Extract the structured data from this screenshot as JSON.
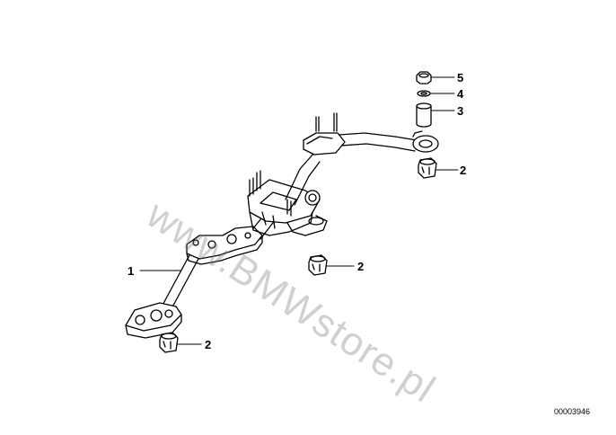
{
  "callouts": {
    "c1": "1",
    "c2a": "2",
    "c2b": "2",
    "c2c": "2",
    "c3": "3",
    "c4": "4",
    "c5": "5"
  },
  "watermark": "www.BMWstore.pl",
  "doc_number": "00003946",
  "colors": {
    "line": "#000000",
    "background": "#ffffff",
    "watermark": "#9a9a9a"
  }
}
